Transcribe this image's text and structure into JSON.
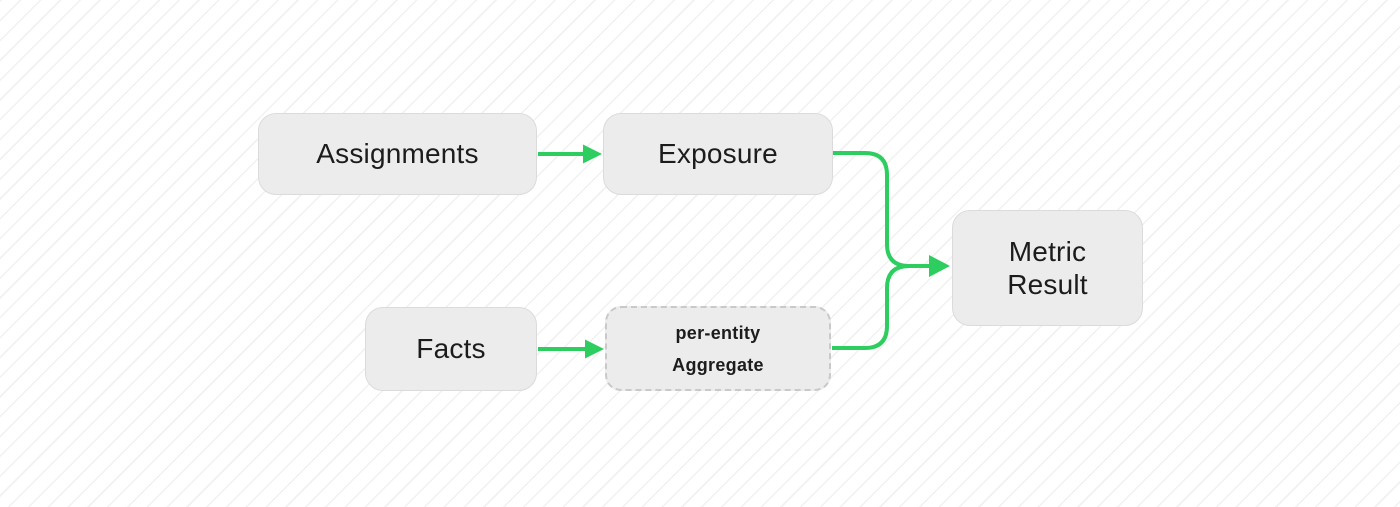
{
  "diagram": {
    "nodes": {
      "assignments": {
        "label": "Assignments",
        "style": "solid"
      },
      "exposure": {
        "label": "Exposure",
        "style": "solid"
      },
      "facts": {
        "label": "Facts",
        "style": "solid"
      },
      "aggregate": {
        "line1": "per-entity",
        "line2": "Aggregate",
        "style": "dashed"
      },
      "metric_result": {
        "line1": "Metric",
        "line2": "Result",
        "style": "solid"
      }
    },
    "edges": [
      {
        "from": "Assignments",
        "to": "Exposure"
      },
      {
        "from": "Facts",
        "to": "per-entity Aggregate"
      },
      {
        "from": "Exposure",
        "to": "Metric Result"
      },
      {
        "from": "per-entity Aggregate",
        "to": "Metric Result"
      }
    ]
  },
  "colors": {
    "accent_green": "#2ECD60",
    "node_fill": "#ECECEC",
    "node_border": "#DBDBDB",
    "dashed_border": "#C9C9C9",
    "text_color": "#1C1C1C",
    "hatch_line": "#F1F1F1",
    "background": "#FFFFFF"
  }
}
